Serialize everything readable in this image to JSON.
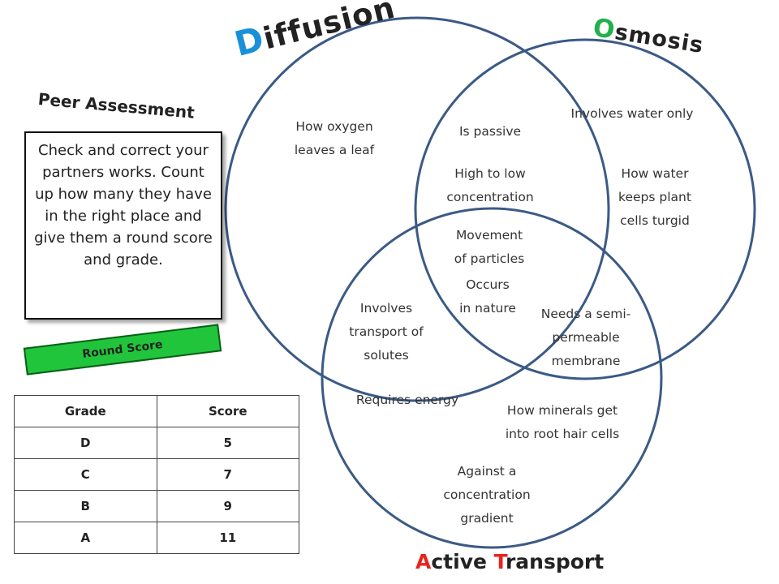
{
  "titles": {
    "diffusion": {
      "initial": "D",
      "rest": "iffusion"
    },
    "osmosis": {
      "initial": "O",
      "rest": "smosis"
    },
    "active_transport": {
      "word1_initial": "A",
      "word1_rest": "ctive ",
      "word2_initial": "T",
      "word2_rest": "ransport"
    }
  },
  "peer_assessment": {
    "title": "Peer Assessment",
    "instructions": "Check and correct your partners works. Count up how many they have in the right place and give them a round score and grade."
  },
  "round_score_label": "Round Score",
  "grade_table": {
    "headers": [
      "Grade",
      "Score"
    ],
    "rows": [
      [
        "D",
        "5"
      ],
      [
        "C",
        "7"
      ],
      [
        "B",
        "9"
      ],
      [
        "A",
        "11"
      ]
    ]
  },
  "venn_labels": {
    "how_oxygen": [
      "How oxygen",
      "leaves a leaf"
    ],
    "involves_water": [
      "Involves water only"
    ],
    "is_passive": [
      "Is passive"
    ],
    "high_to_low": [
      "High to low",
      "concentration"
    ],
    "how_water": [
      "How water",
      "keeps plant",
      "cells turgid"
    ],
    "movement": [
      "Movement",
      "of particles"
    ],
    "occurs": [
      "Occurs",
      "in nature"
    ],
    "involves_transport": [
      "Involves",
      "transport of",
      "solutes"
    ],
    "needs_membrane": [
      "Needs a semi-",
      "permeable",
      "membrane"
    ],
    "requires_energy": [
      "Requires energy"
    ],
    "how_minerals": [
      "How minerals get",
      "into root hair cells"
    ],
    "against_gradient": [
      "Against a",
      "concentration",
      "gradient"
    ]
  },
  "colors": {
    "circle_stroke": "#3b5a86",
    "diffusion_accent": "#1a90d8",
    "osmosis_accent": "#21b04b",
    "active_accent": "#e8241c",
    "round_score_bg": "#21c53c"
  }
}
